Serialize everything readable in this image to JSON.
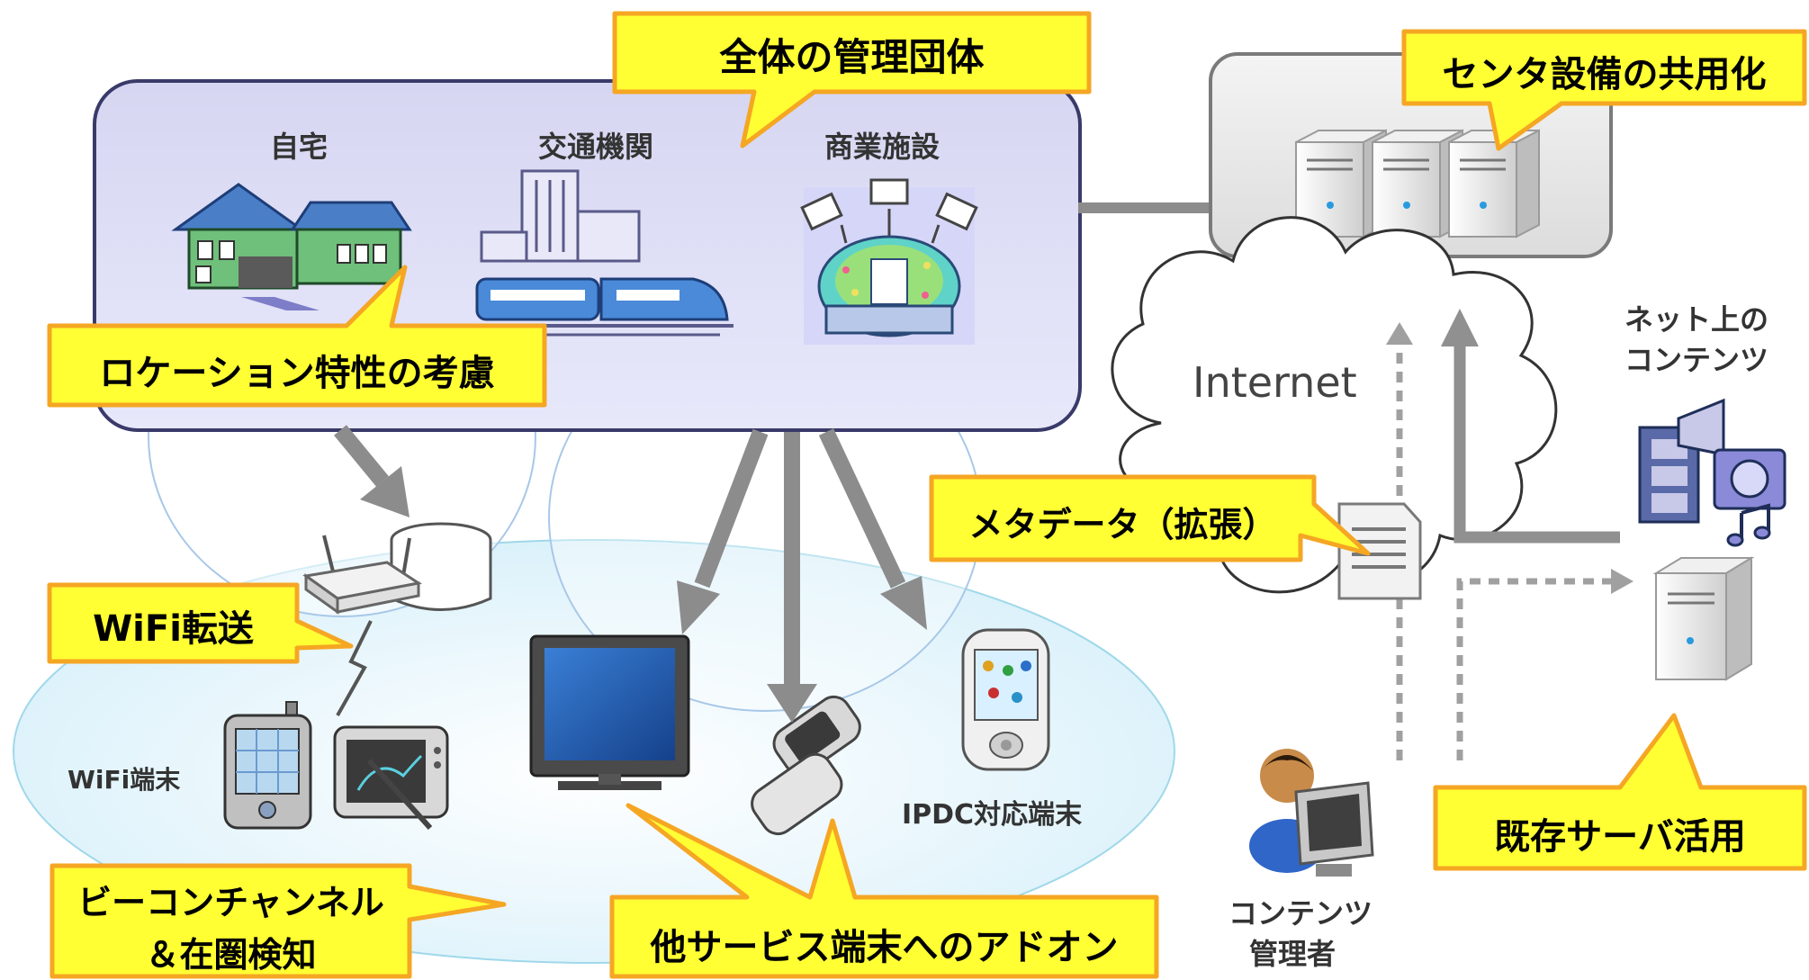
{
  "callouts": {
    "management": "全体の管理団体",
    "center": "センタ設備の共用化",
    "location": "ロケーション特性の考慮",
    "wifi_transfer": "WiFi転送",
    "metadata": "メタデータ（拡張）",
    "beacon_line1": "ビーコンチャンネル",
    "beacon_line2": "＆在圏検知",
    "addon": "他サービス端末へのアドオン",
    "existing_server": "既存サーバ活用"
  },
  "venues": {
    "home": "自宅",
    "transit": "交通機関",
    "commercial": "商業施設"
  },
  "labels": {
    "internet": "Internet",
    "net_contents_line1": "ネット上の",
    "net_contents_line2": "コンテンツ",
    "wifi_device": "WiFi端末",
    "ipdc_device": "IPDC対応端末",
    "content_manager_line1": "コンテンツ",
    "content_manager_line2": "管理者"
  },
  "colors": {
    "callout_fill": "#ffff33",
    "callout_border": "#f5a623",
    "venue_box": "#dcdcf5",
    "arrow": "#8c8c8c",
    "device_blue": "#2a63b8"
  }
}
